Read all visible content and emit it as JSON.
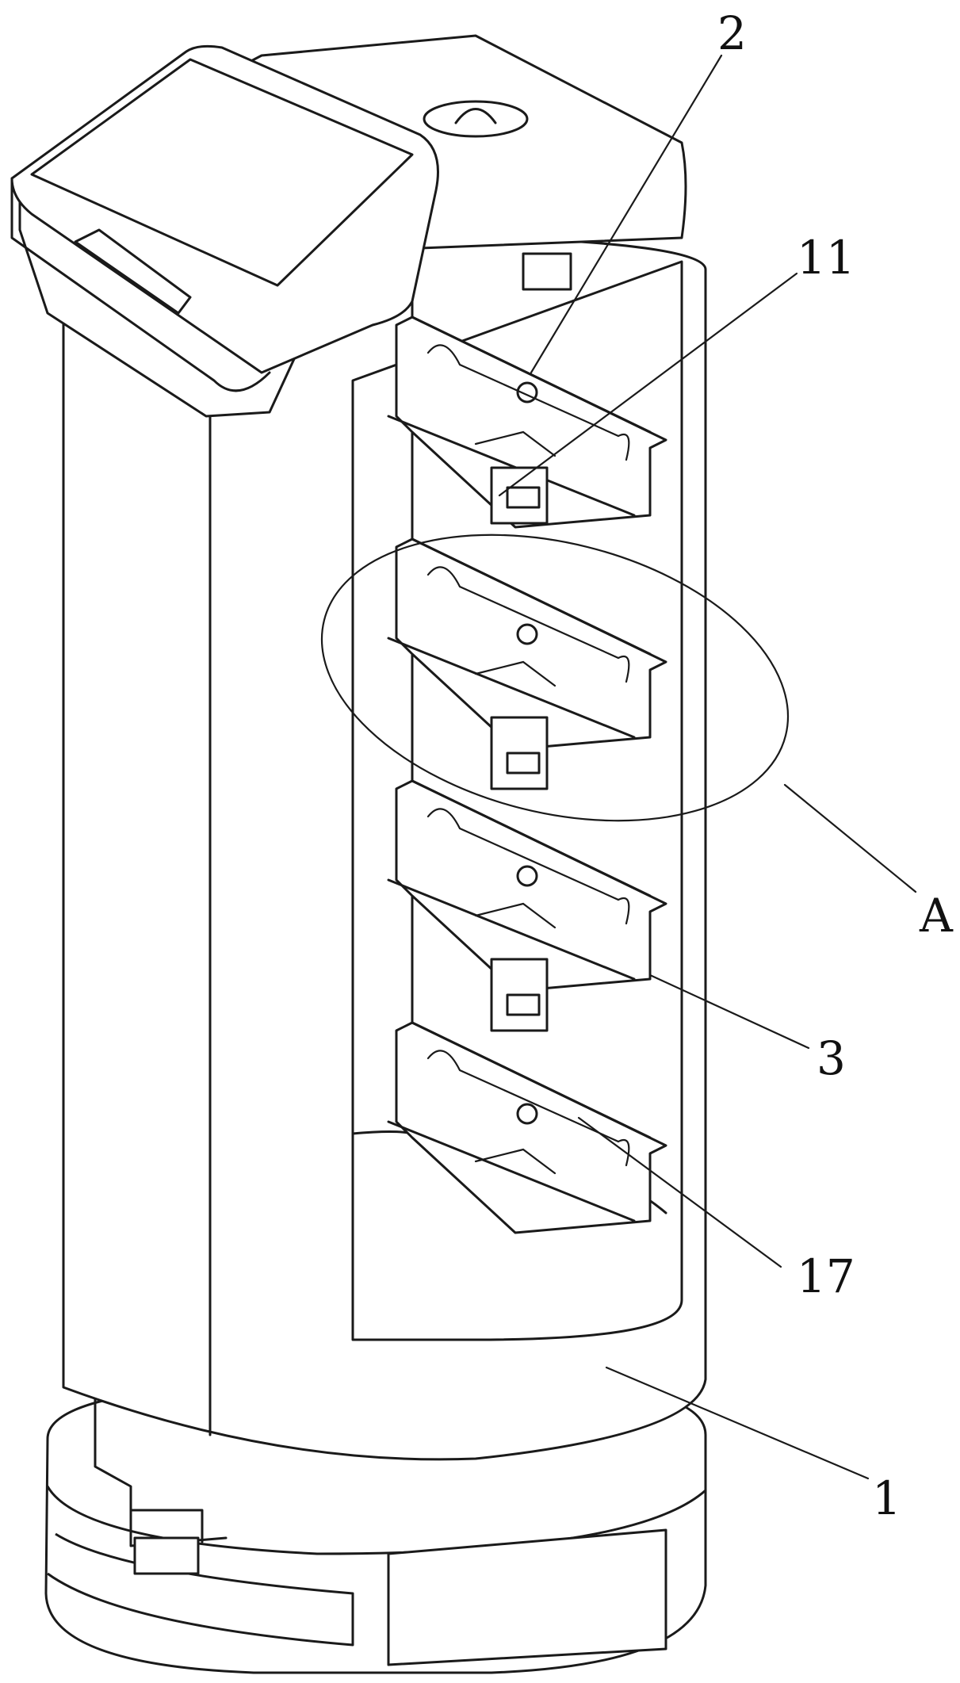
{
  "figure": {
    "labels": [
      {
        "id": "part-2",
        "text": "2"
      },
      {
        "id": "part-11",
        "text": "11"
      },
      {
        "id": "detail-A",
        "text": "A"
      },
      {
        "id": "part-3",
        "text": "3"
      },
      {
        "id": "part-17",
        "text": "17"
      },
      {
        "id": "part-1",
        "text": "1"
      }
    ],
    "colors": {
      "line": "#1a1a1a",
      "background": "#ffffff"
    }
  }
}
